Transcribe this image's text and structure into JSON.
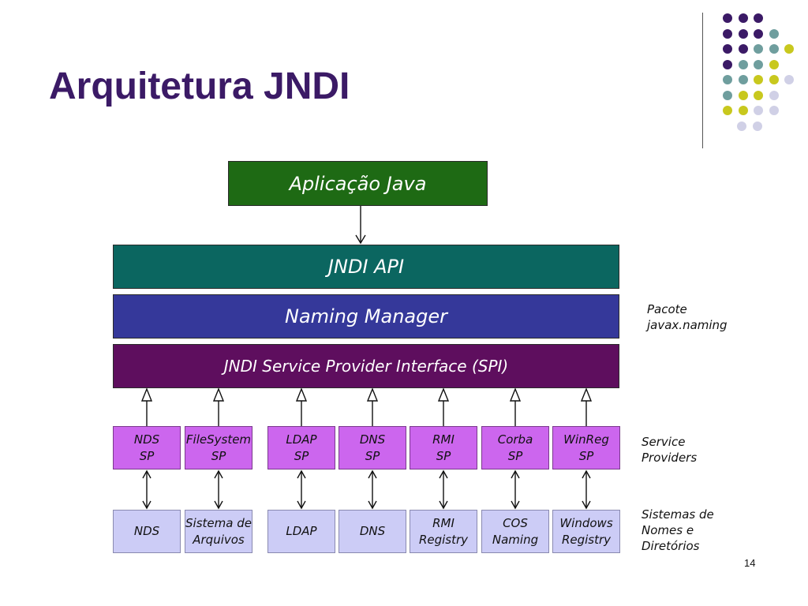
{
  "slide": {
    "title": "Arquitetura JNDI",
    "page_number": "14"
  },
  "colors": {
    "title": "#3b1a66",
    "app": "#1e6a14",
    "api": "#0b6660",
    "naming_manager": "#35389a",
    "spi": "#5e0e5e",
    "service_provider": "#cc66ee",
    "naming_system": "#ccccf6"
  },
  "decoration": {
    "dot_rows": [
      [
        "#3b1a66",
        "#3b1a66",
        "#3b1a66"
      ],
      [
        "#3b1a66",
        "#3b1a66",
        "#3b1a66",
        "#6f9e9e"
      ],
      [
        "#3b1a66",
        "#3b1a66",
        "#6f9e9e",
        "#6f9e9e",
        "#c8c81e"
      ],
      [
        "#3b1a66",
        "#6f9e9e",
        "#6f9e9e",
        "#c8c81e"
      ],
      [
        "#6f9e9e",
        "#6f9e9e",
        "#c8c81e",
        "#c8c81e",
        "#d0d0e6"
      ],
      [
        "#6f9e9e",
        "#c8c81e",
        "#c8c81e",
        "#d0d0e6"
      ],
      [
        "#c8c81e",
        "#c8c81e",
        "#d0d0e6",
        "#d0d0e6"
      ],
      [
        "#d0d0e6",
        "#d0d0e6"
      ]
    ]
  },
  "diagram": {
    "application": "Aplicação Java",
    "api": "JNDI API",
    "naming_manager": "Naming Manager",
    "spi": "JNDI Service Provider Interface (SPI)",
    "package_label": [
      "Pacote",
      "javax.naming"
    ],
    "providers_label": [
      "Service",
      "Providers"
    ],
    "systems_label": [
      "Sistemas de",
      "Nomes e",
      "Diretórios"
    ],
    "service_providers": [
      {
        "line1": "NDS",
        "line2": "SP"
      },
      {
        "line1": "FileSystem",
        "line2": "SP"
      },
      {
        "line1": "LDAP",
        "line2": "SP"
      },
      {
        "line1": "DNS",
        "line2": "SP"
      },
      {
        "line1": "RMI",
        "line2": "SP"
      },
      {
        "line1": "Corba",
        "line2": "SP"
      },
      {
        "line1": "WinReg",
        "line2": "SP"
      }
    ],
    "naming_systems": [
      {
        "line1": "NDS",
        "line2": ""
      },
      {
        "line1": "Sistema de",
        "line2": "Arquivos"
      },
      {
        "line1": "LDAP",
        "line2": ""
      },
      {
        "line1": "DNS",
        "line2": ""
      },
      {
        "line1": "RMI",
        "line2": "Registry"
      },
      {
        "line1": "COS",
        "line2": "Naming"
      },
      {
        "line1": "Windows",
        "line2": "Registry"
      }
    ]
  }
}
